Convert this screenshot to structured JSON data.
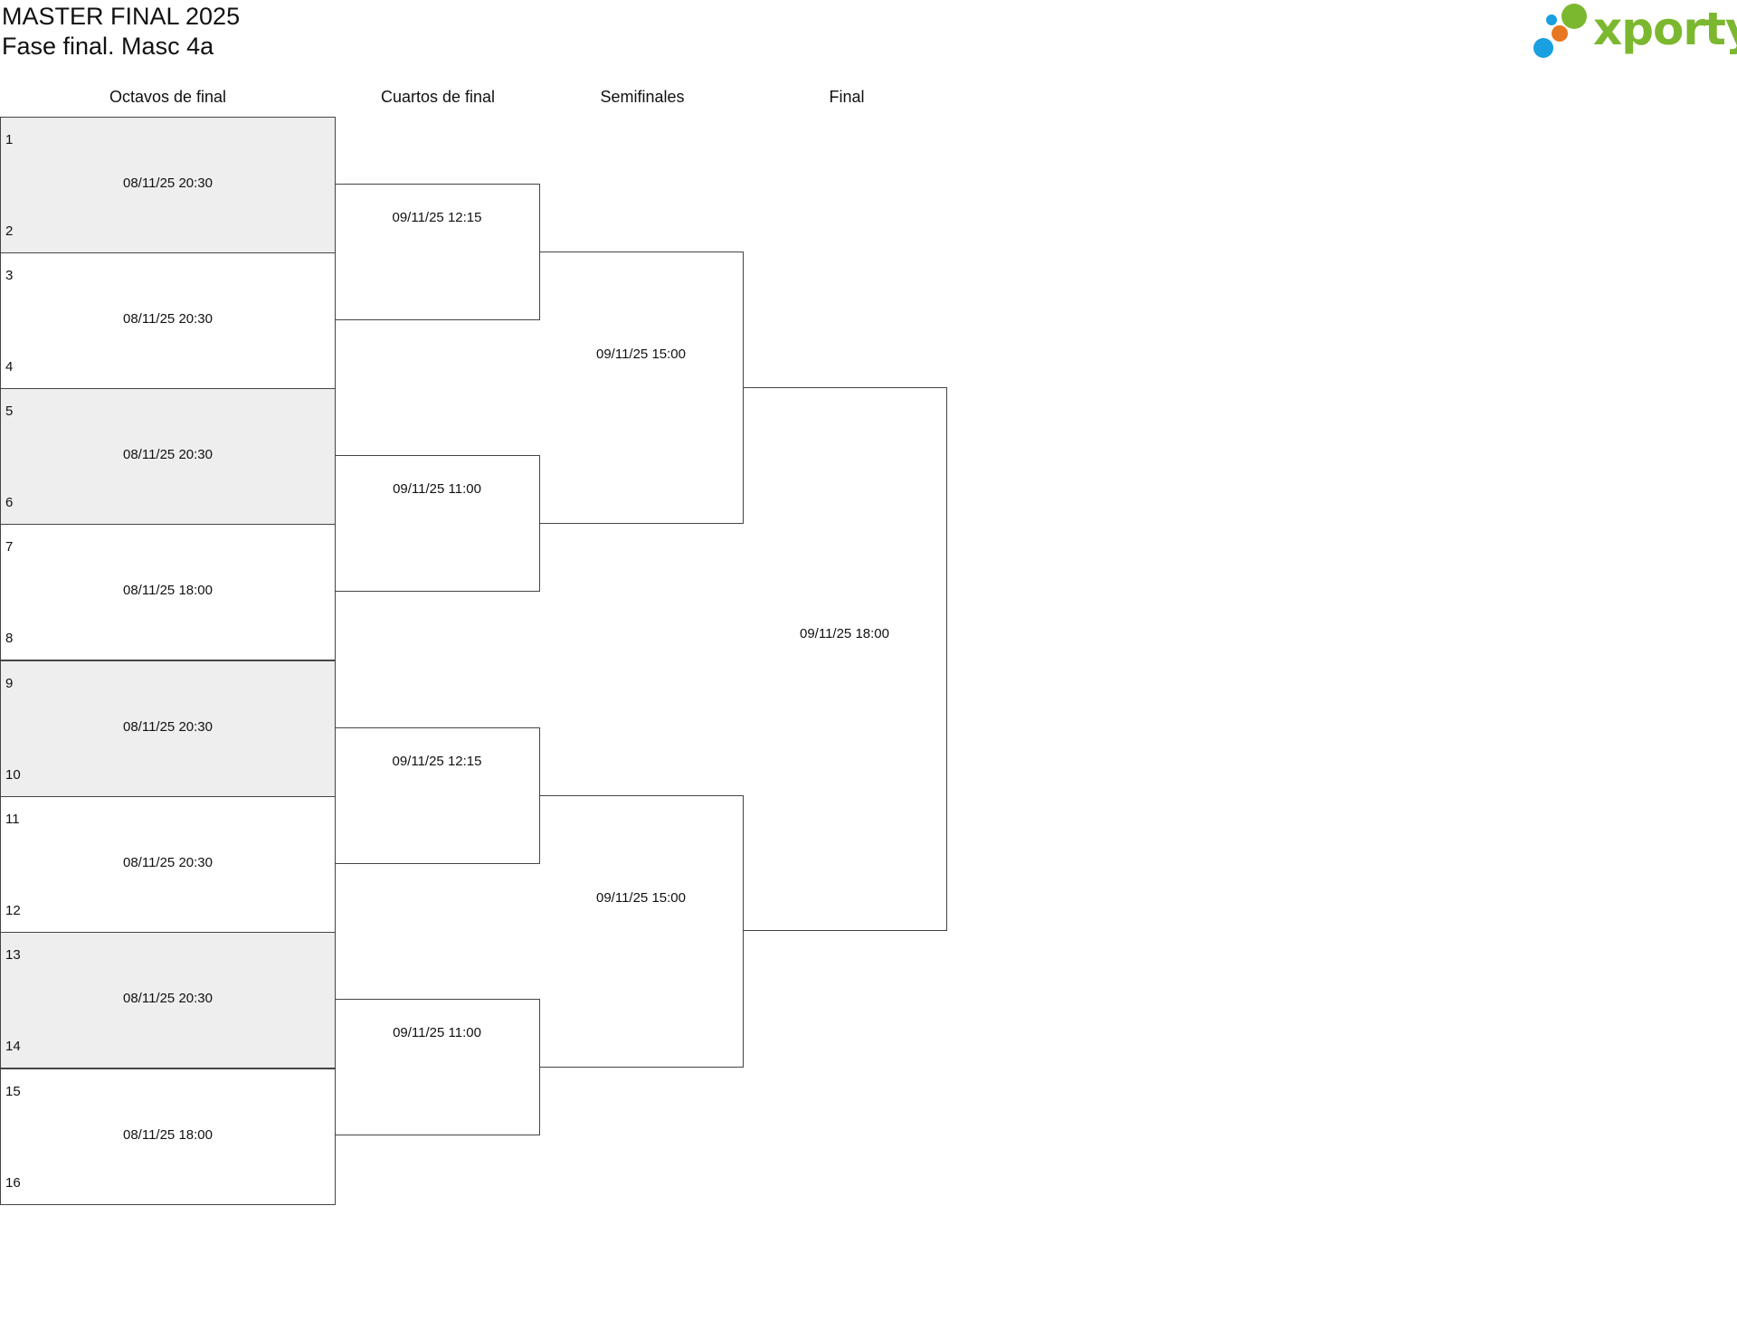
{
  "title": "MASTER FINAL 2025",
  "subtitle": "Fase final. Masc 4a",
  "logo": {
    "text": "xporty",
    "colors": {
      "text": "#7cb82f",
      "dot_green": "#7cb82f",
      "dot_orange": "#e87722",
      "dot_blue": "#1a9fe0"
    }
  },
  "rounds": {
    "round_of_16": "Octavos de final",
    "quarterfinals": "Cuartos de final",
    "semifinals": "Semifinales",
    "final": "Final"
  },
  "round_of_16": [
    {
      "top_team": "1",
      "bottom_team": "2",
      "date": "08/11/25 20:30",
      "shaded": true
    },
    {
      "top_team": "3",
      "bottom_team": "4",
      "date": "08/11/25 20:30",
      "shaded": false
    },
    {
      "top_team": "5",
      "bottom_team": "6",
      "date": "08/11/25 20:30",
      "shaded": true
    },
    {
      "top_team": "7",
      "bottom_team": "8",
      "date": "08/11/25 18:00",
      "shaded": false
    },
    {
      "top_team": "9",
      "bottom_team": "10",
      "date": "08/11/25 20:30",
      "shaded": true
    },
    {
      "top_team": "11",
      "bottom_team": "12",
      "date": "08/11/25 20:30",
      "shaded": false
    },
    {
      "top_team": "13",
      "bottom_team": "14",
      "date": "08/11/25 20:30",
      "shaded": true
    },
    {
      "top_team": "15",
      "bottom_team": "16",
      "date": "08/11/25 18:00",
      "shaded": false
    }
  ],
  "quarterfinals": [
    {
      "date": "09/11/25 12:15"
    },
    {
      "date": "09/11/25 11:00"
    },
    {
      "date": "09/11/25 12:15"
    },
    {
      "date": "09/11/25 11:00"
    }
  ],
  "semifinals": [
    {
      "date": "09/11/25 15:00"
    },
    {
      "date": "09/11/25 15:00"
    }
  ],
  "final": {
    "date": "09/11/25 18:00"
  }
}
